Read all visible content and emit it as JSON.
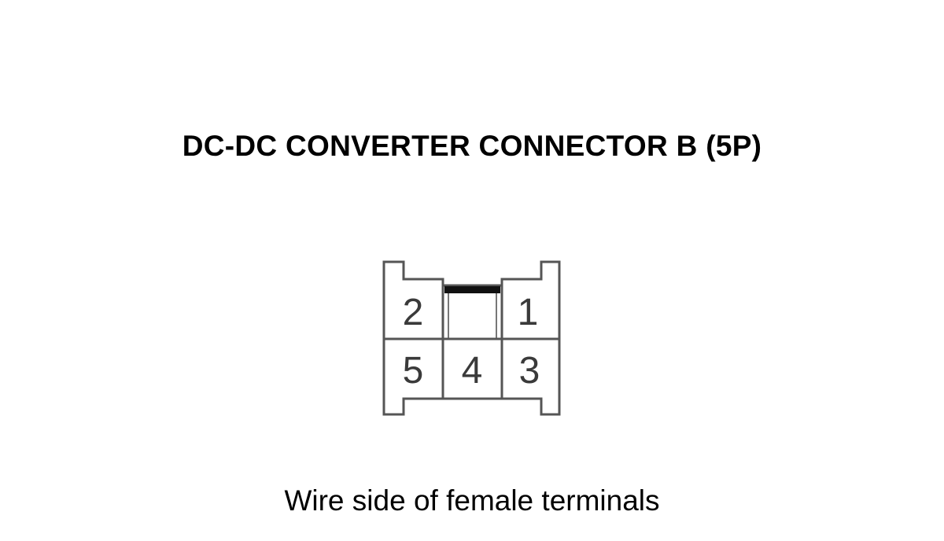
{
  "title": "DC-DC CONVERTER CONNECTOR B (5P)",
  "caption": "Wire side of female terminals",
  "connector": {
    "pin_count": 5,
    "top_row": [
      "2",
      "1"
    ],
    "bottom_row": [
      "5",
      "4",
      "3"
    ],
    "line_color": "#555555",
    "key_color": "#111111"
  }
}
